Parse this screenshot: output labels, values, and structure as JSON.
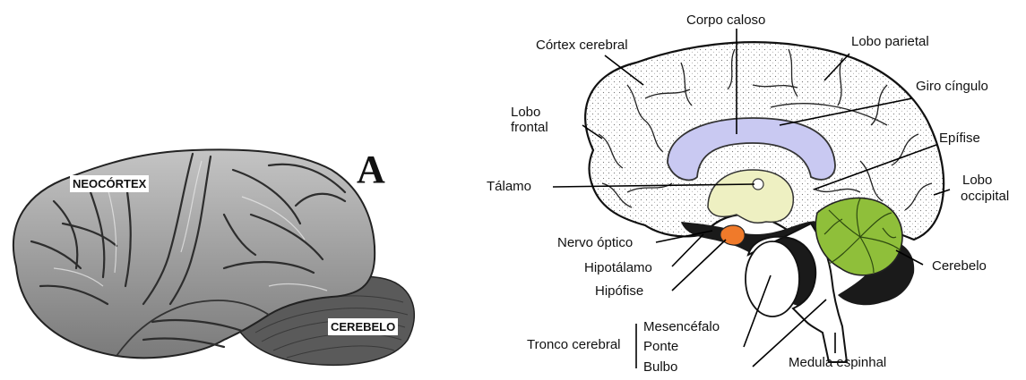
{
  "panel_a": {
    "letter": "A",
    "labels": {
      "neocortex": "NEOCÓRTEX",
      "cerebelo": "CEREBELO"
    }
  },
  "panel_b": {
    "labels": {
      "corpo_caloso": "Corpo caloso",
      "cortex_cerebral": "Córtex cerebral",
      "lobo_parietal": "Lobo parietal",
      "giro_cingulo": "Giro cíngulo",
      "lobo_frontal_1": "Lobo",
      "lobo_frontal_2": "frontal",
      "epifise": "Epífise",
      "talamo": "Tálamo",
      "lobo_occipital_1": "Lobo",
      "lobo_occipital_2": "occipital",
      "nervo_optico": "Nervo óptico",
      "hipotalamo": "Hipotálamo",
      "cerebelo": "Cerebelo",
      "hipofise": "Hipófise",
      "mesencefalo": "Mesencéfalo",
      "tronco_cerebral": "Tronco cerebral",
      "ponte": "Ponte",
      "bulbo": "Bulbo",
      "medula_espinhal": "Medula espinhal"
    },
    "colors": {
      "corpo_caloso": "#c9c9f2",
      "talamo": "#eef0c2",
      "hipofise": "#f07a2a",
      "cerebelo": "#8fbf3a"
    }
  }
}
